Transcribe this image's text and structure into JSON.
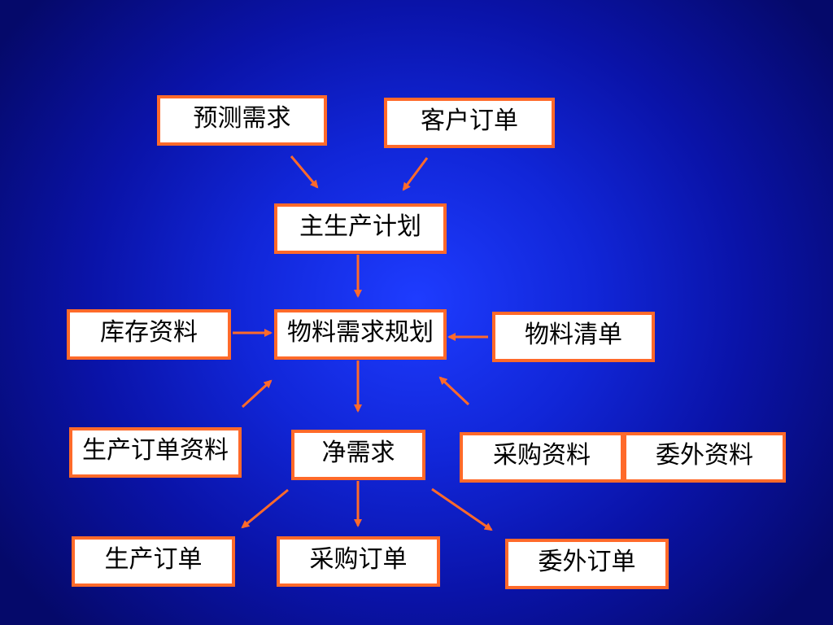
{
  "diagram": {
    "nodes": {
      "forecast": "预测需求",
      "customer_order": "客户订单",
      "mps": "主生产计划",
      "inventory": "库存资料",
      "mrp": "物料需求规划",
      "bom": "物料清单",
      "production_data": "生产订单资料",
      "net_requirement": "净需求",
      "purchase_data": "采购资料",
      "outsource_data": "委外资料",
      "production_order": "生产订单",
      "purchase_order": "采购订单",
      "outsource_order": "委外订单"
    },
    "edges": [
      {
        "from": "forecast",
        "to": "mps"
      },
      {
        "from": "customer_order",
        "to": "mps"
      },
      {
        "from": "mps",
        "to": "mrp"
      },
      {
        "from": "inventory",
        "to": "mrp"
      },
      {
        "from": "bom",
        "to": "mrp"
      },
      {
        "from": "production_data",
        "to": "mrp"
      },
      {
        "from": "purchase_data",
        "to": "mrp"
      },
      {
        "from": "mrp",
        "to": "net_requirement"
      },
      {
        "from": "net_requirement",
        "to": "production_order"
      },
      {
        "from": "net_requirement",
        "to": "purchase_order"
      },
      {
        "from": "net_requirement",
        "to": "outsource_order"
      }
    ],
    "colors": {
      "background": "#1126d8",
      "node_border": "#ff6a2a",
      "arrow": "#ff6a2a",
      "node_fill": "#ffffff",
      "text": "#000000"
    }
  }
}
